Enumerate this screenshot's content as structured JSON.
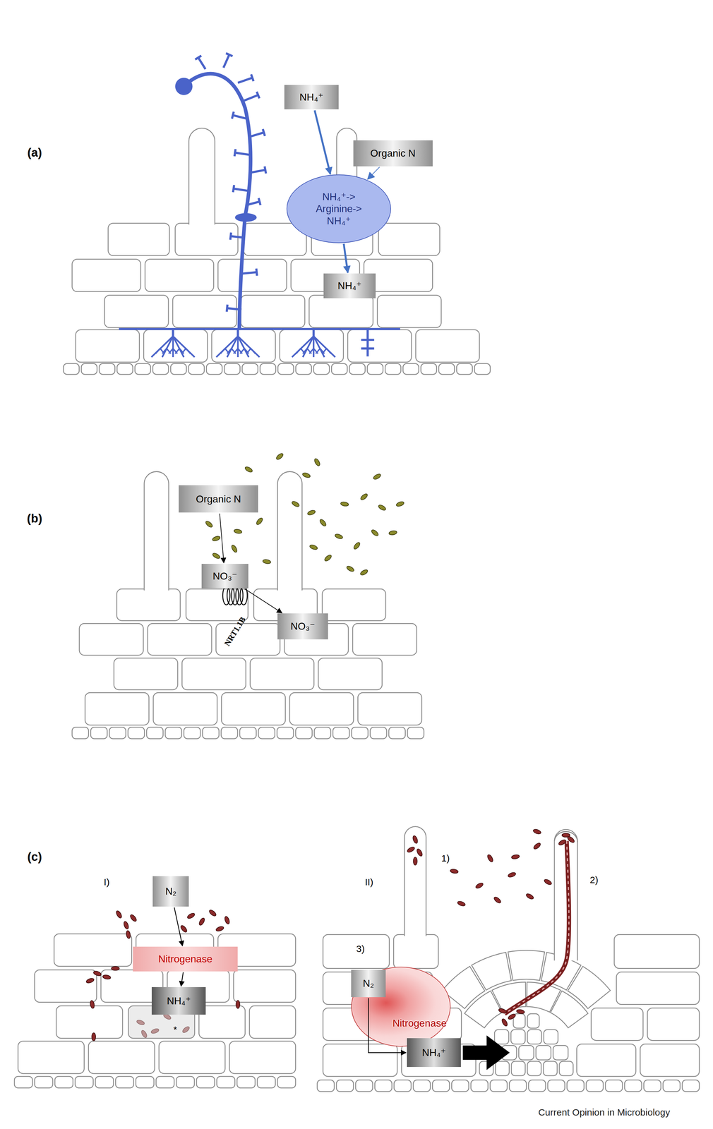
{
  "diagram": {
    "nodes": [
      {
        "text": [
          "NH₄⁺"
        ]
      },
      {
        "text": [
          "Organic N"
        ]
      },
      {
        "text": [
          "NH₄⁺-> Arginine-> NH₄⁺"
        ]
      },
      {
        "text": [
          "NH₄⁺"
        ]
      },
      {
        "text": [
          "Organic N"
        ]
      },
      {
        "text": [
          "NO₃⁻"
        ]
      },
      {
        "text": [
          "NO₃⁻"
        ]
      },
      {
        "text": [
          "N₂"
        ]
      },
      {
        "text": [
          "Nitrogenase"
        ]
      },
      {
        "text": [
          "NH₄⁺"
        ]
      },
      {
        "text": [
          "Nitrogenase"
        ]
      },
      {
        "text": [
          "N₂"
        ],
        "in": 10
      },
      {
        "text": [
          "NH₄⁺"
        ],
        "in": 10
      }
    ],
    "edges": [
      {
        "from": 0,
        "to": 2,
        "arrow": "to"
      },
      {
        "from": 1,
        "to": 2,
        "arrow": "to"
      },
      {
        "from": 2,
        "to": 3,
        "arrow": "to"
      },
      {
        "from": 4,
        "to": 5,
        "arrow": "to"
      },
      {
        "from": 5,
        "to": 6,
        "arrow": "to"
      },
      {
        "from": 7,
        "to": 8,
        "arrow": "to"
      },
      {
        "from": 8,
        "to": 9,
        "arrow": "to"
      },
      {
        "from": 11,
        "to": 12,
        "arrow": "to"
      }
    ],
    "labels": [
      "(a)",
      "(b)",
      "NRT1.1B",
      "(c)",
      "I)",
      "*",
      "II)",
      "1)",
      "2)",
      "3)",
      "Current Opinion in Microbiology"
    ]
  }
}
